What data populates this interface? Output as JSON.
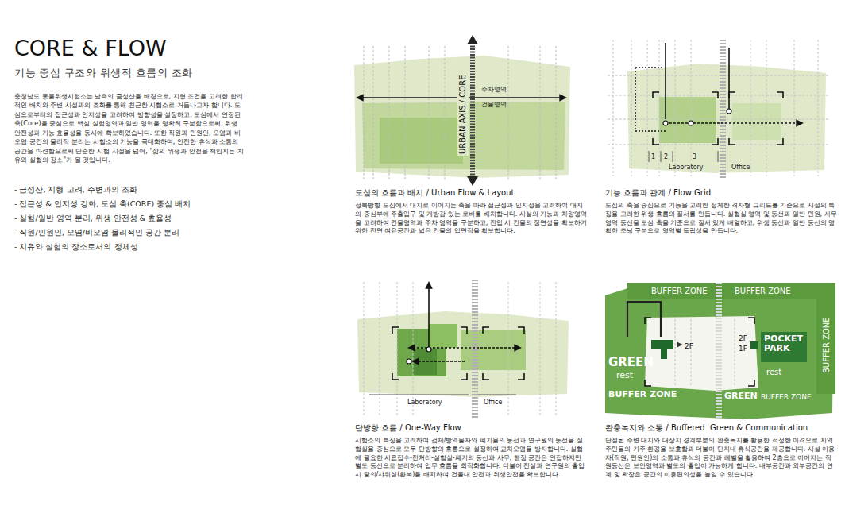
{
  "diagram": {
    "title": "CORE & FLOW",
    "caption": "기능 중심 구조와 위생적 흐름의 조화",
    "labels": [
      "충청남도 동물위생시험소는 남측의 금성산을 배경으로, 지형 조건을 고려한 합리적인 배치와 주변 시설과의 조화를 통해 친근한 시험소로 거듭나고자 합니다. 도심으로부터의 접근성과 인지성을 고려하여 방향성을 설정하고, 도심에서 연장된 축(Core)을 중심으로 핵심 실험영역과 일반 영역을 명확히 구분함으로써, 위생 안전성과 기능 효율성을 동시에 확보하였습니다. 또한 직원과 민원인, 오염과 비오염 공간의 물리적 분리는 시험소의 기능을 극대화하며, 안전한 휴식과 소통의 공간을 마련함으로써 단순한 시험 시설을 넘어, \"삶의 위생과 안전을 책임지는 치유와 실험의 장소\"가 될 것입니다.",
      "- 금성산, 지형 고려, 주변과의 조화",
      "- 접근성 & 인지성 강화, 도심 축(CORE) 중심 배치",
      "- 실험/일반 영역 분리, 위생 안전성 & 효율성",
      "- 직원/민원인, 오염/비오염 물리적인 공간 분리",
      "- 치유와 실험의 장소로서의 정체성",
      "URBAN AXIS / CORE",
      "주차영역",
      "건물영역",
      "도심의 흐름과 배치 / Urban Flow & Layout",
      "정북방향 도심에서 대지로 이어지는 축을 따라 접근성과 인지성을 고려하여 대지의 중심부에 주출입구 및 개방감 있는 로비를 배치합니다. 시설의 기능과 차량영역을 고려하여 건물영역과 주차 영역을 구분하고, 진입 시 건물의 정면성을 확보하기 위한 전면 여유공간과 넓은 건물의 입면적을 확보합니다.",
      "1",
      "2",
      "3",
      "Laboratory",
      "Office",
      "기능 흐름과 관계 / Flow Grid",
      "도심의 축을 중심으로 기능을 고려한 정체한 격자형 그리드를 기준으로 시설의 특징을 고려한 위생 흐름의 질서를 만듭니다. 실험실 영역 및 동선과 일반 민원, 사무영역 동선을 도심 축을 기준으로 질서 있게 배열하고, 위생 동선과 일반 동선의 명확한 조닝 구분으로 영역별 독립성을 만듭니다.",
      "Laboratory",
      "Office",
      "단방향 흐름 / One-Way Flow",
      "시험소의 특징을 고려하여 검체/방역물자와 폐기물의 동선과 연구원의 동선을 실험실을 중심으로 모두 단방향의 흐름으로 설정하여 교차오염을 방지합니다. 실험에 필요한 시료접수-전처리-실험실-폐기의 동선과 사무, 행정 공간은 인접하지만 별도 동선으로 분리하여 업무 흐름을 최적화합니다. 더불어 전실과 연구원의 출입 시 탈의/샤워실(환복)을 배치하여 건물내 안전과 위생안전을 확보합니다.",
      "BUFFER ZONE",
      "BUFFER ZONE",
      "BUFFER ZONE",
      "GREEN",
      "rest",
      "BUFFER ZONE",
      "2F",
      "2F",
      "1F",
      "POCKET PARK",
      "GREEN",
      "rest",
      "BUFFER ZONE",
      "완충녹지와 소통 / Buffered  Green & Communication",
      "단절된 주변 대지와 대상지 경계부분의 완충녹지를 활용한 적정한 이격으로 지역주민들의 거주 환경을 보호함과 더불어 단지내 휴식공간을 제공합니다. 시설 이용자(직원, 민원인)의 소통과 휴식의 공간과 레벨을 활용하여 2층으로 이어지는 직원동선은 보안영역과 별도의 출입이 가능하게 합니다. 내부공간과 외부공간의 연계 및 확장은 공간의 이용편의성을 높일 수 있습니다."
    ]
  }
}
